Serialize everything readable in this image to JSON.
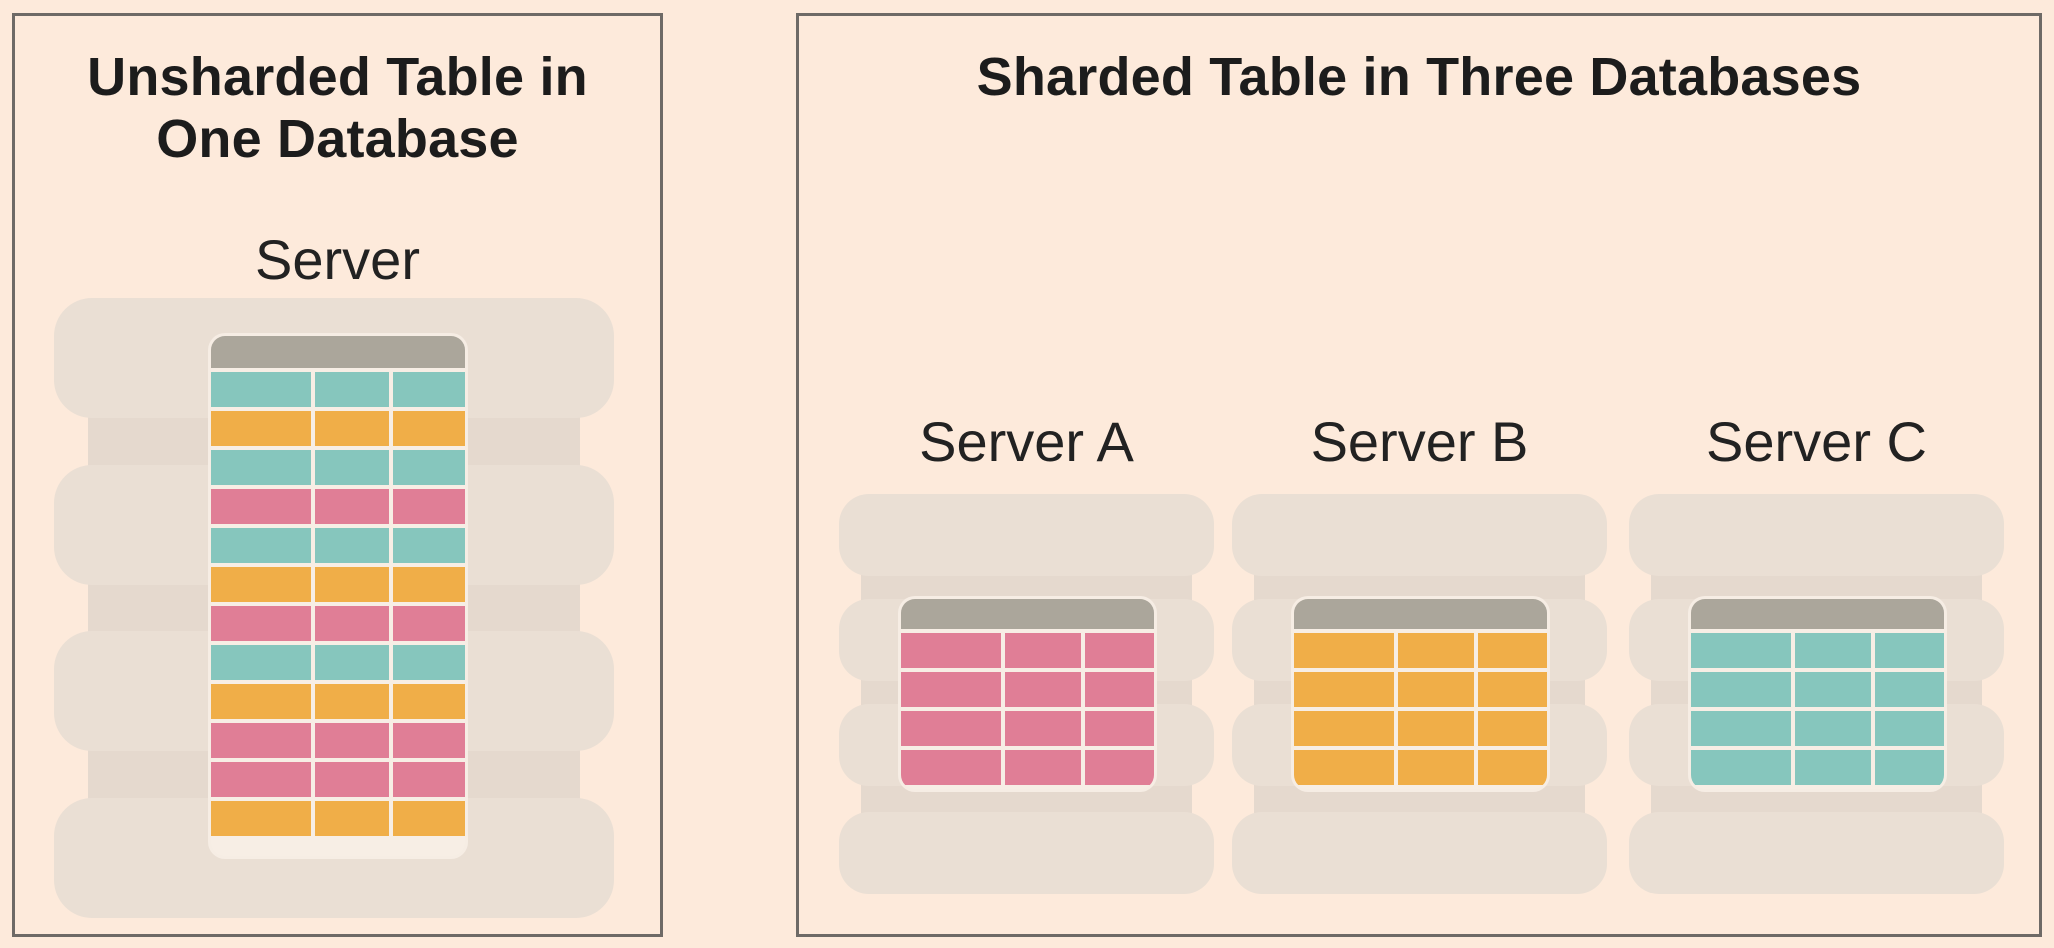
{
  "left": {
    "title_line1": "Unsharded Table in",
    "title_line2": "One Database",
    "server_label": "Server",
    "rows": [
      "teal",
      "orange",
      "teal",
      "pink",
      "teal",
      "orange",
      "pink",
      "teal",
      "orange",
      "pink",
      "pink",
      "orange"
    ]
  },
  "right": {
    "title": "Sharded Table in Three Databases",
    "servers": [
      {
        "label": "Server A",
        "row_color": "pink",
        "rows": 4
      },
      {
        "label": "Server B",
        "row_color": "orange",
        "rows": 4
      },
      {
        "label": "Server C",
        "row_color": "teal",
        "rows": 4
      }
    ]
  },
  "colors": {
    "teal": "#86c6bd",
    "orange": "#f0ae48",
    "pink": "#e07e96",
    "header": "#aba69b",
    "background": "#fdeadb",
    "disk": "#eadfd4"
  }
}
